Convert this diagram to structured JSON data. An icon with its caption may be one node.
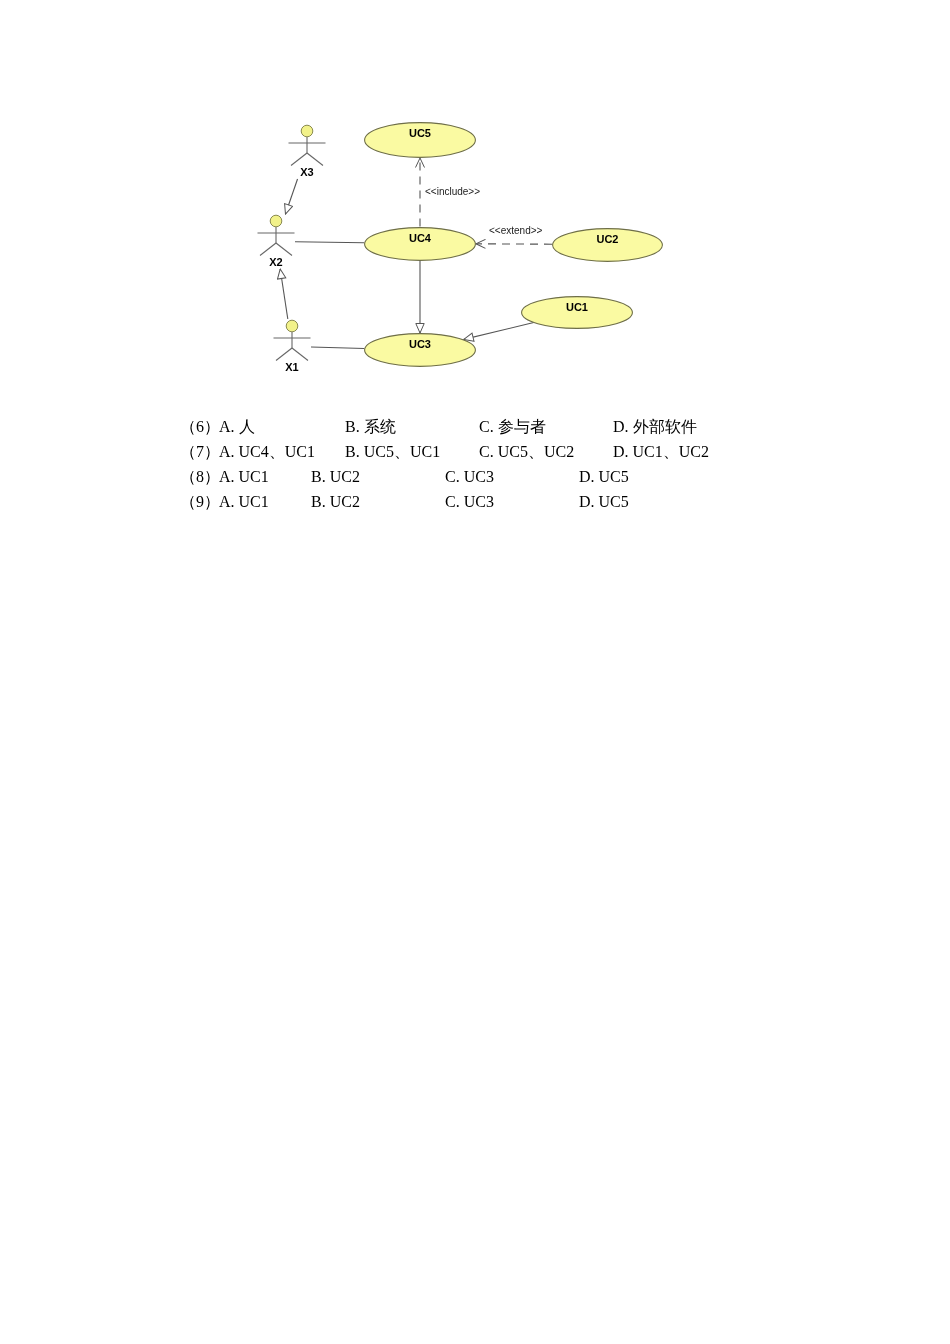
{
  "diagram": {
    "nodes": [
      {
        "text": [
          "X3"
        ]
      },
      {
        "text": [
          "UC5"
        ]
      },
      {
        "text": [
          "X2"
        ]
      },
      {
        "text": [
          "UC4"
        ]
      },
      {
        "text": [
          "UC2"
        ]
      },
      {
        "text": [
          "UC1"
        ]
      },
      {
        "text": [
          "X1"
        ]
      },
      {
        "text": [
          "UC3"
        ]
      }
    ],
    "edges": [
      {
        "from": 0,
        "to": 2,
        "arrow": "to"
      },
      {
        "from": 3,
        "to": 1,
        "arrow": "to",
        "label": "<<include>>",
        "style": "dashed"
      },
      {
        "from": 2,
        "to": 3,
        "arrow": "none"
      },
      {
        "from": 4,
        "to": 3,
        "arrow": "to",
        "label": "<<extend>>",
        "style": "dashed"
      },
      {
        "from": 3,
        "to": 7,
        "arrow": "to"
      },
      {
        "from": 5,
        "to": 7,
        "arrow": "to"
      },
      {
        "from": 6,
        "to": 2,
        "arrow": "to"
      },
      {
        "from": 6,
        "to": 7,
        "arrow": "none"
      }
    ],
    "labels": [
      "（6）",
      "A. 人",
      "B. 系统",
      "C. 参与者",
      "D. 外部软件",
      "（7）",
      "A. UC4、UC1",
      "B. UC5、UC1",
      "C. UC5、UC2",
      "D. UC1、UC2",
      "（8）",
      "A. UC1",
      "B. UC2",
      "C. UC3",
      "D. UC5",
      "（9）",
      "A. UC1",
      "B. UC2",
      "C. UC3",
      "D. UC5"
    ]
  }
}
